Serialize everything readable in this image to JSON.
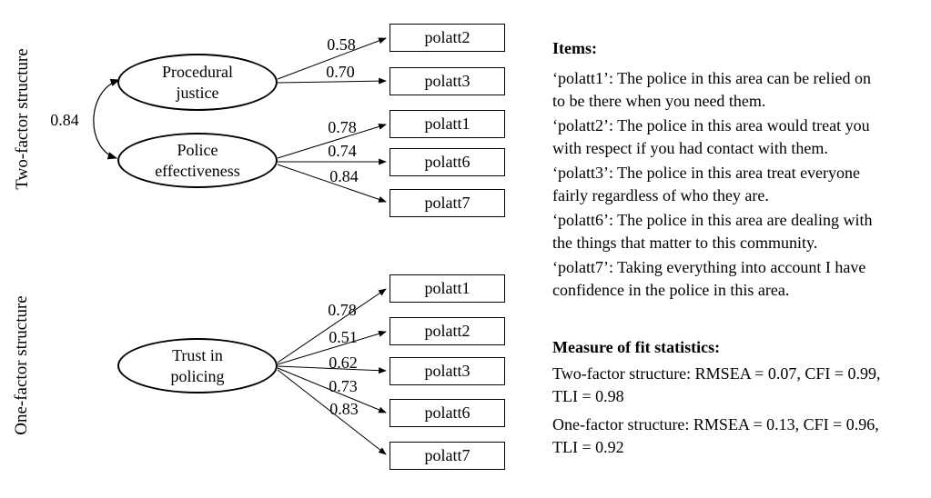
{
  "two_factor": {
    "section_label": "Two-factor structure",
    "correlation": "0.84",
    "factors": [
      {
        "label": "Procedural\njustice"
      },
      {
        "label": "Police\neffectiveness"
      }
    ],
    "paths": [
      {
        "loading": "0.58",
        "item": "polatt2"
      },
      {
        "loading": "0.70",
        "item": "polatt3"
      },
      {
        "loading": "0.78",
        "item": "polatt1"
      },
      {
        "loading": "0.74",
        "item": "polatt6"
      },
      {
        "loading": "0.84",
        "item": "polatt7"
      }
    ]
  },
  "one_factor": {
    "section_label": "One-factor structure",
    "factor": {
      "label": "Trust in\npolicing"
    },
    "paths": [
      {
        "loading": "0.78",
        "item": "polatt1"
      },
      {
        "loading": "0.51",
        "item": "polatt2"
      },
      {
        "loading": "0.62",
        "item": "polatt3"
      },
      {
        "loading": "0.73",
        "item": "polatt6"
      },
      {
        "loading": "0.83",
        "item": "polatt7"
      }
    ]
  },
  "items_panel": {
    "heading": "Items:",
    "items": [
      "‘polatt1’: The police in this area can be relied on\nto be there when you need them.",
      "‘polatt2’: The police in this area would treat you\nwith respect if you had contact with them.",
      "‘polatt3’: The police in this area treat everyone\nfairly regardless of who they are.",
      "‘polatt6’: The police in this area are dealing with\nthe things that matter to this community.",
      "‘polatt7’: Taking everything into account I have\nconfidence in the police in this area."
    ]
  },
  "fit_panel": {
    "heading": "Measure of fit statistics:",
    "stats": [
      "Two-factor structure: RMSEA = 0.07, CFI = 0.99,\nTLI = 0.98",
      "One-factor structure: RMSEA = 0.13, CFI = 0.96,\nTLI = 0.92"
    ]
  },
  "colors": {
    "ink": "#000000",
    "background": "#ffffff"
  }
}
